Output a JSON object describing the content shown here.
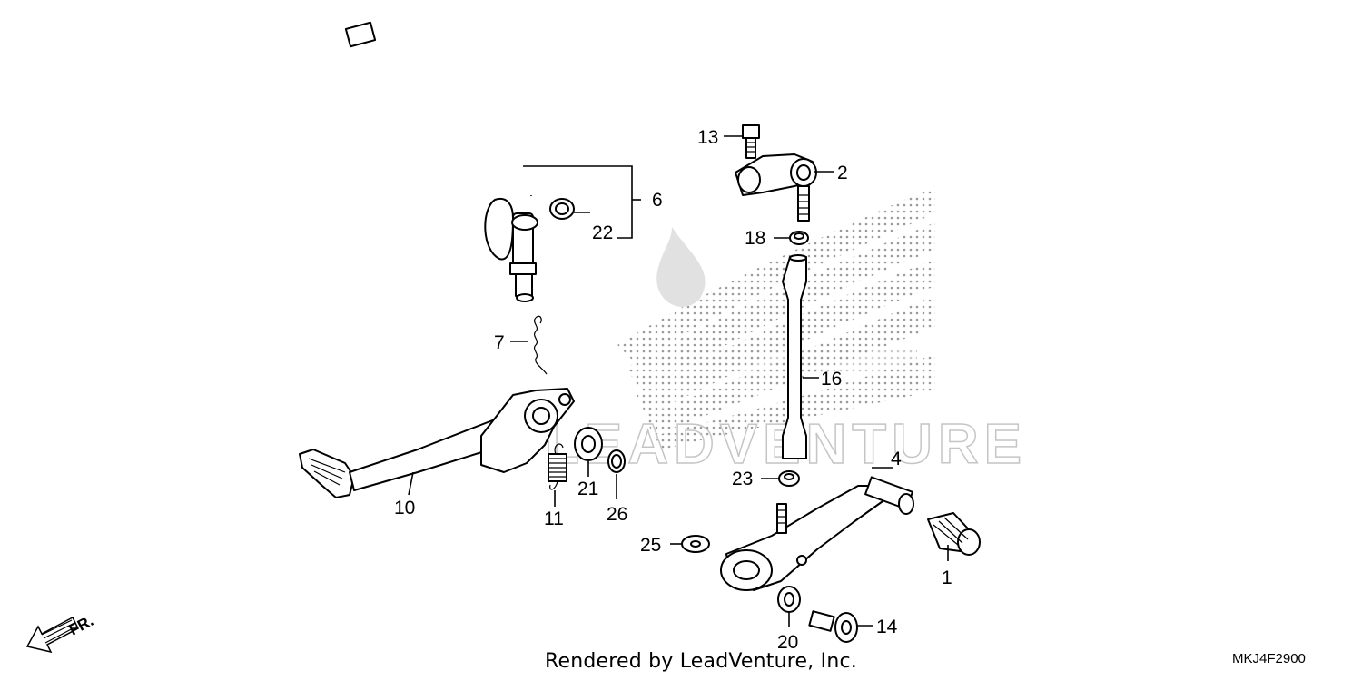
{
  "callouts": {
    "p1": "1",
    "p2": "2",
    "p4": "4",
    "p6": "6",
    "p7": "7",
    "p10": "10",
    "p11": "11",
    "p13": "13",
    "p14": "14",
    "p16": "16",
    "p18": "18",
    "p20": "20",
    "p21": "21",
    "p22": "22",
    "p23": "23",
    "p25": "25",
    "p26": "26"
  },
  "direction_label": "FR.",
  "footer": "Rendered by LeadVenture, Inc.",
  "diagram_code": "MKJ4F2900",
  "watermark_text": "LEADVENTURE",
  "colors": {
    "line": "#000000",
    "background": "#ffffff",
    "watermark": "#9a9a9a"
  }
}
